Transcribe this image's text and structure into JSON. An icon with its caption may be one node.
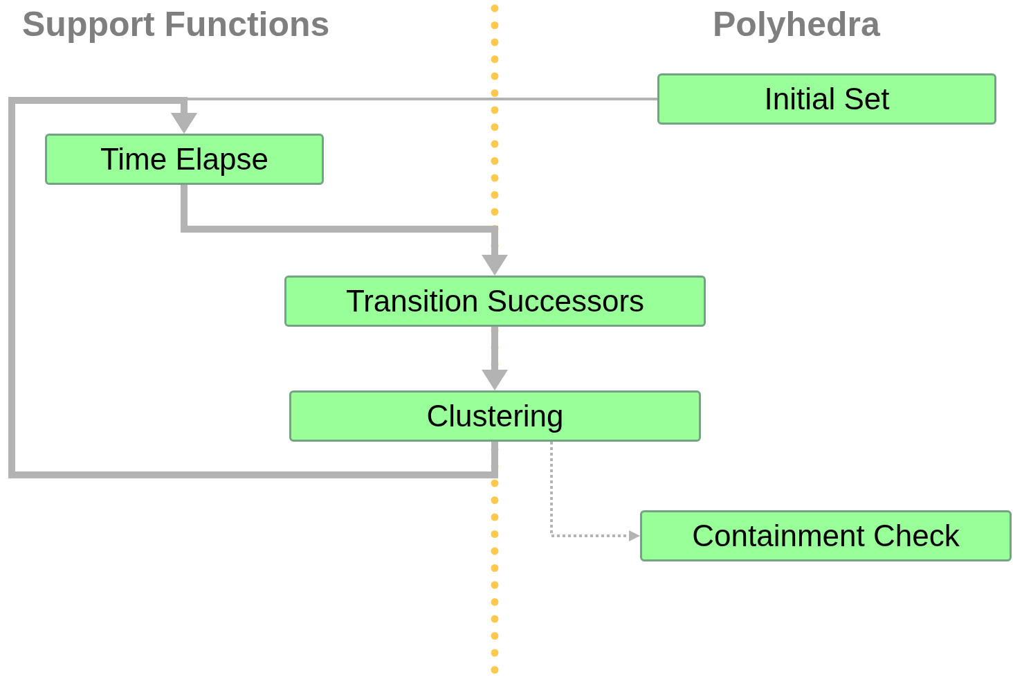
{
  "diagram": {
    "nodes": [
      {
        "text": [
          "Initial Set"
        ]
      },
      {
        "text": [
          "Time Elapse"
        ]
      },
      {
        "text": [
          "Transition Successors"
        ]
      },
      {
        "text": [
          "Clustering"
        ]
      },
      {
        "text": [
          "Containment Check"
        ]
      }
    ],
    "edges": [
      {
        "from": 0,
        "to": 1,
        "arrow": "to"
      },
      {
        "from": 1,
        "to": 2,
        "arrow": "to"
      },
      {
        "from": 2,
        "to": 3,
        "arrow": "to"
      },
      {
        "from": 3,
        "to": 1,
        "arrow": "to"
      },
      {
        "from": 3,
        "to": 4,
        "arrow": "to",
        "style": "dashed"
      }
    ],
    "labels": [
      "Support Functions",
      "Polyhedra"
    ]
  }
}
